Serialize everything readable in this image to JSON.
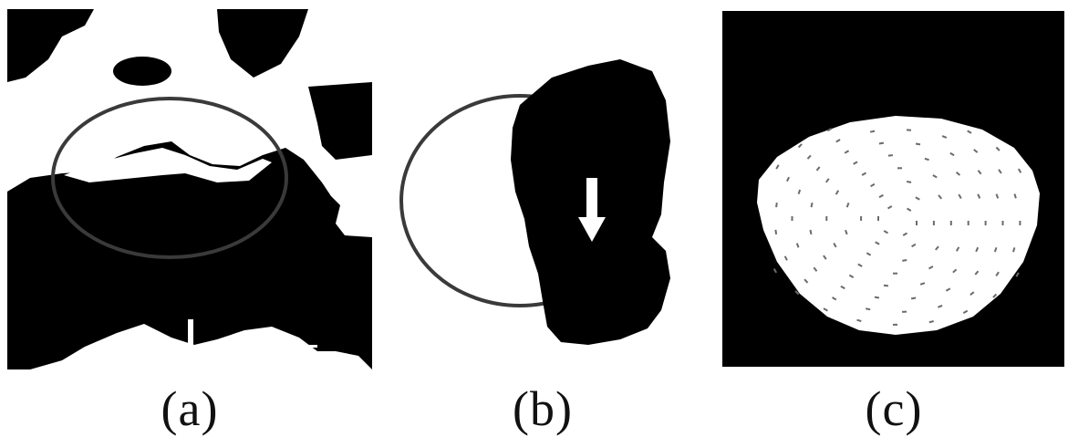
{
  "figure": {
    "panels": [
      {
        "caption": "(a)"
      },
      {
        "caption": "(b)"
      },
      {
        "caption": "(c)"
      }
    ]
  },
  "colors": {
    "ink": "#000000",
    "paper": "#ffffff",
    "ring": "#3a3a3a",
    "vector_dots": "#6b6b6b"
  }
}
